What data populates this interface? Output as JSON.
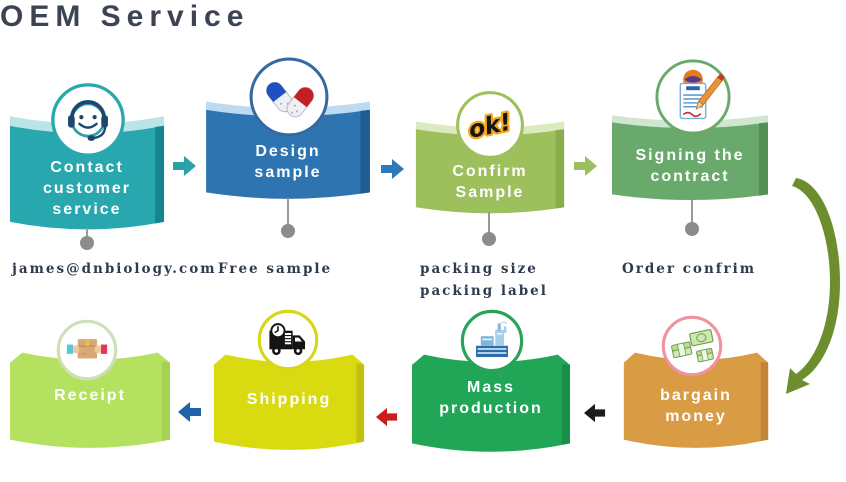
{
  "title": "OEM Service",
  "steps": [
    {
      "name": "contact-customer-service",
      "label": "Contact\ncustomer\nservice",
      "note": "james@dnbiology.com",
      "color": "#29a7ae",
      "color_light": "#b9e5e7",
      "color_dark": "#17858d",
      "ring": "#29a7ae",
      "icon": "headset-icon"
    },
    {
      "name": "design-sample",
      "label": "Design\nsample",
      "note": "Free sample",
      "color": "#2e74b0",
      "color_light": "#bcdaf0",
      "color_dark": "#1c5c95",
      "ring": "#35699f",
      "icon": "capsules-icon"
    },
    {
      "name": "confirm-sample",
      "label": "Confirm\nSample",
      "note": "packing size\npacking label",
      "color": "#9dc05d",
      "color_light": "#dcebbe",
      "color_dark": "#8aad4c",
      "ring": "#9dc05d",
      "icon": "ok-icon",
      "icon_text": "ok!"
    },
    {
      "name": "signing-the-contract",
      "label": "Signing the\ncontract",
      "note": "Order confrim",
      "color": "#6aa96c",
      "color_light": "#d0e7cf",
      "color_dark": "#548f56",
      "ring": "#6aa96c",
      "icon": "contract-icon"
    },
    {
      "name": "bargain-money",
      "label": "bargain\nmoney",
      "color": "#d99b44",
      "color_dark": "#c2863a",
      "ring": "#f092a2",
      "icon": "money-icon"
    },
    {
      "name": "mass-production",
      "label": "Mass\nproduction",
      "color": "#21a556",
      "color_dark": "#178f49",
      "ring": "#27a35a",
      "icon": "factory-icon"
    },
    {
      "name": "shipping",
      "label": "Shipping",
      "color": "#d9db10",
      "color_dark": "#c0c20c",
      "ring": "#d6d716",
      "icon": "truck-icon"
    },
    {
      "name": "receipt",
      "label": "Receipt",
      "color": "#b5e161",
      "color_dark": "#a5d250",
      "ring": "#cfe0b6",
      "icon": "package-hands-icon"
    }
  ],
  "arrows": [
    {
      "name": "arrow-1",
      "direction": "right",
      "color": "#2aa0a8"
    },
    {
      "name": "arrow-2",
      "direction": "right",
      "color": "#2d79bd"
    },
    {
      "name": "arrow-3",
      "direction": "right",
      "color": "#9cbf5e"
    },
    {
      "name": "arrow-curve",
      "direction": "down",
      "color": "#6d8e2e"
    },
    {
      "name": "arrow-4",
      "direction": "left",
      "color": "#1c1c1c"
    },
    {
      "name": "arrow-5",
      "direction": "left",
      "color": "#c81e1e"
    },
    {
      "name": "arrow-6",
      "direction": "left",
      "color": "#1d63a9"
    }
  ]
}
